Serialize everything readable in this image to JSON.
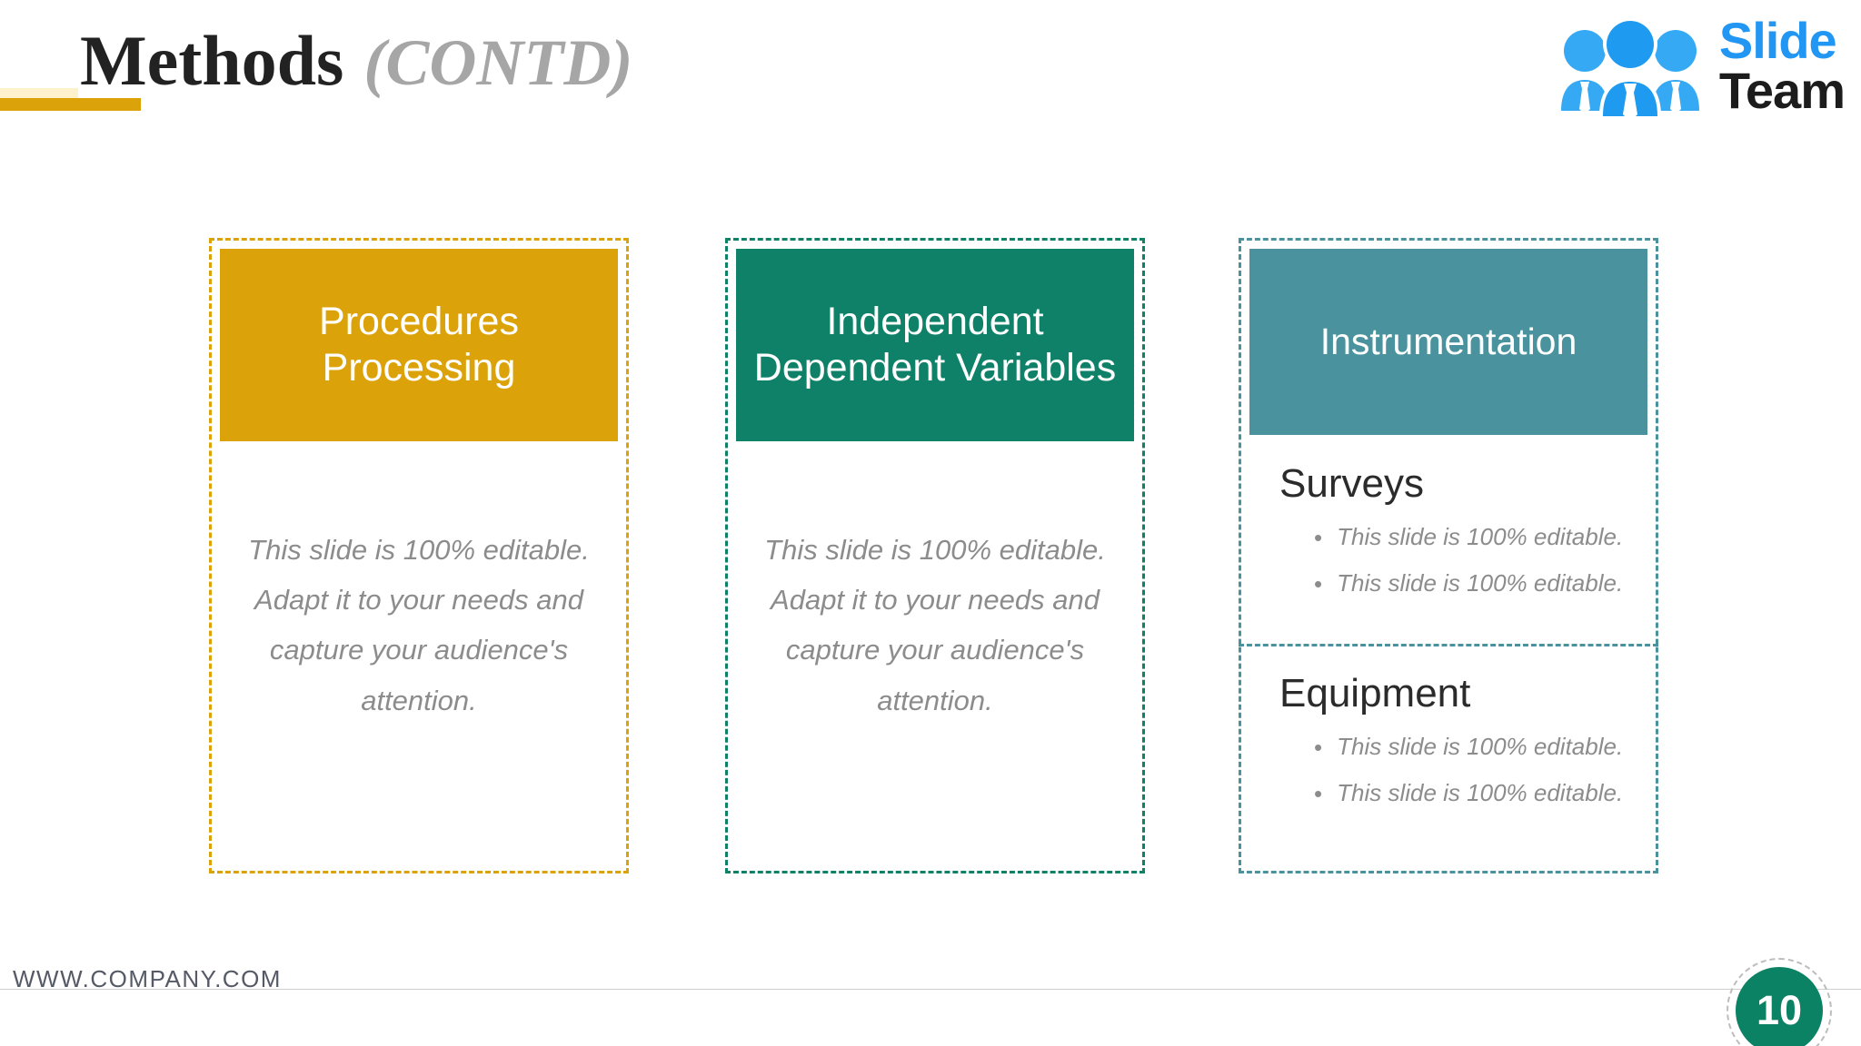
{
  "header": {
    "title_main": "Methods",
    "title_sub": "(CONTD)",
    "accent_cream_color": "#fdf2cc",
    "accent_gold_color": "#dba209"
  },
  "logo": {
    "word_one": "Slide",
    "word_two": "Team",
    "blue": "#2196F3",
    "black": "#1c1c1c"
  },
  "cards": [
    {
      "id": "procedures-processing",
      "head_title": "Procedures Processing",
      "accent_color": "#dba209",
      "body_text": "This slide is 100% editable. Adapt it to your needs and capture your audience's attention."
    },
    {
      "id": "independent-dependent-variables",
      "head_title": "Independent Dependent Variables",
      "accent_color": "#0e8168",
      "body_text": "This slide is 100% editable. Adapt it to your needs and capture your audience's attention."
    },
    {
      "id": "instrumentation",
      "head_title": "Instrumentation",
      "accent_color": "#4a939e",
      "sections": [
        {
          "title": "Surveys",
          "bullets": [
            "This slide is 100% editable.",
            "This slide is 100% editable."
          ]
        },
        {
          "title": "Equipment",
          "bullets": [
            "This slide is 100% editable.",
            "This slide is 100% editable."
          ]
        }
      ]
    }
  ],
  "bullet_glyph": "•",
  "footer": {
    "url": "WWW.COMPANY.COM",
    "page_number": "10",
    "badge_color": "#0b8263"
  }
}
